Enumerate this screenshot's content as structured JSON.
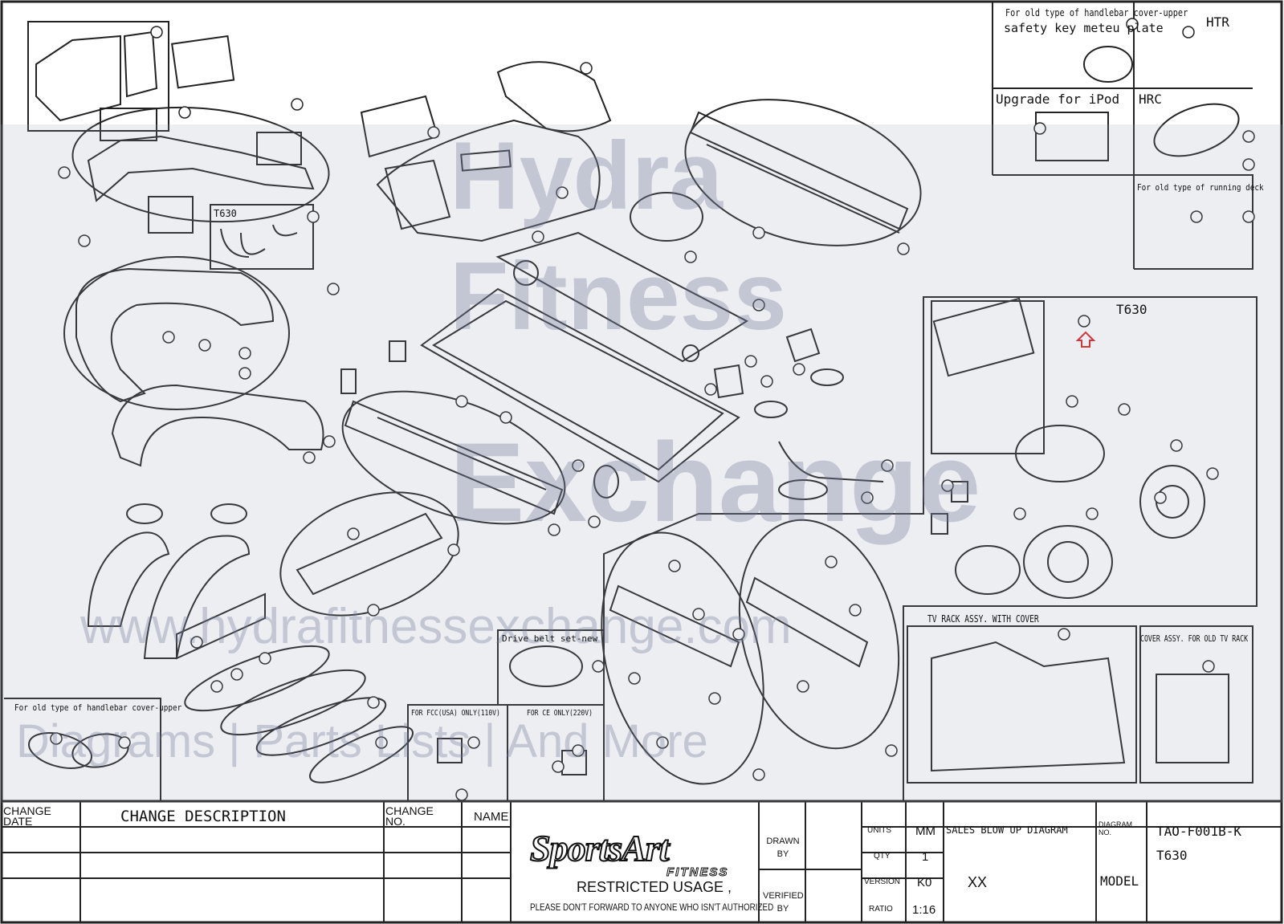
{
  "insets": {
    "safety_key_line1": "For old type of handlebar cover-upper",
    "safety_key_line2": "safety key meteu plate",
    "htr": "HTR",
    "upgrade_ipod": "Upgrade for iPod",
    "hrc": "HRC",
    "old_running_deck": "For old type of running deck",
    "t630_console": "T630",
    "t630_handles": "T630",
    "old_handlebar": "For old type of handlebar cover-upper",
    "drive_belt": "Drive belt set-new",
    "fcc": "FOR FCC(USA) ONLY(110V)",
    "ce": "FOR CE ONLY(220V)",
    "tv_rack": "TV RACK ASSY. WITH COVER",
    "cover_old_tv": "COVER ASSY. FOR OLD TV RACK"
  },
  "watermark": {
    "line1": "Hydra",
    "line2": "Fitness",
    "line3": "Exchange",
    "url": "www.hydrafitnessexchange.com",
    "line4": "Diagrams | Parts Lists | And More"
  },
  "title_block": {
    "change_date": "CHANGE DATE",
    "change_description": "CHANGE DESCRIPTION",
    "change_no": "CHANGE NO.",
    "name": "NAME",
    "brand": "SportsArt",
    "brand_sub": "FITNESS",
    "restricted1": "RESTRICTED USAGE ,",
    "restricted2": "PLEASE DON'T FORWARD TO ANYONE WHO ISN'T AUTHORIZED",
    "drawn_by": "DRAWN BY",
    "verified_by": "VERIFIED BY",
    "units_label": "UNITS",
    "units_value": "MM",
    "qty_label": "QTY",
    "qty_value": "1",
    "version_label": "VERSION",
    "version_value": "K0",
    "ratio_label": "RATIO",
    "ratio_value": "1:16",
    "sales_label": "SALES BLOW UP DIAGRAM",
    "sales_value": "XX",
    "diagram_no_label": "DIAGRAM NO.",
    "diagram_no_value": "TAO-F001B-K",
    "model_label": "MODEL",
    "model_value": "T630"
  }
}
